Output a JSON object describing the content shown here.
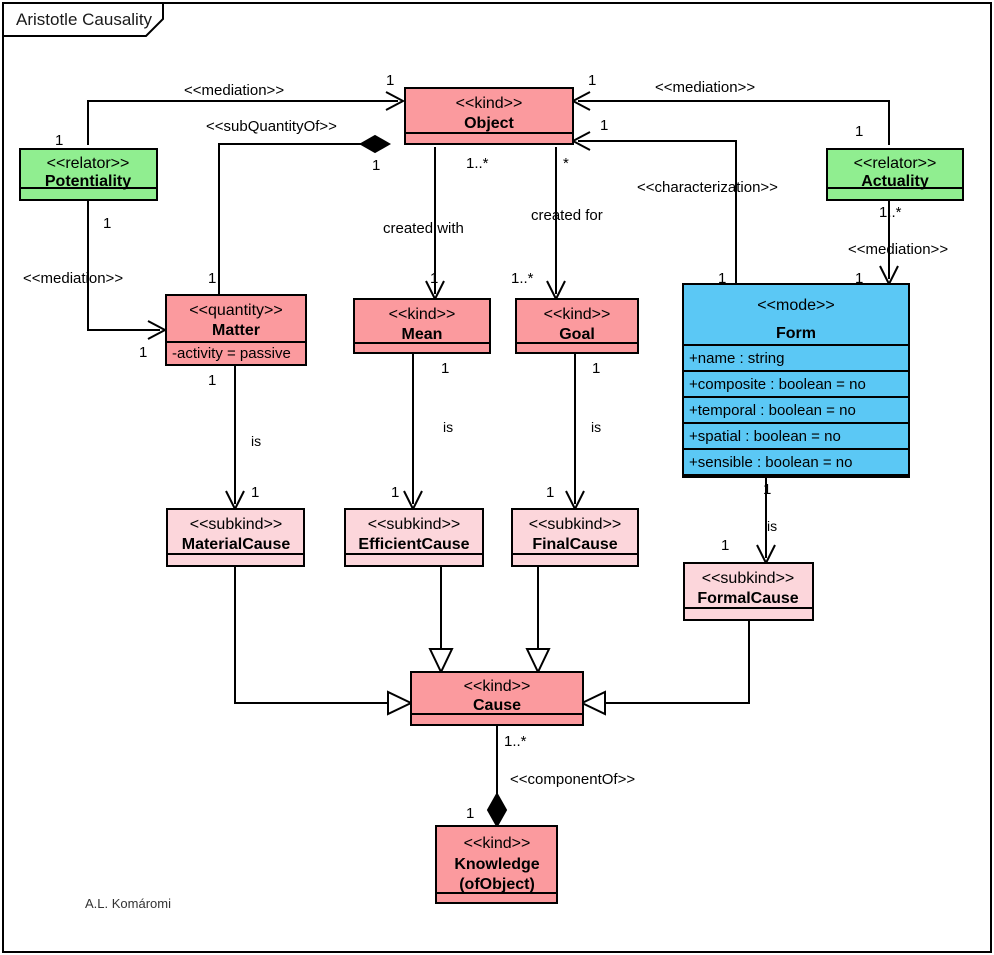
{
  "frame": {
    "title": "Aristotle Causality",
    "credit": "A.L. Komáromi"
  },
  "colors": {
    "kind": "#FB9A9E",
    "subkind": "#FCD6DB",
    "relator": "#90EE90",
    "mode": "#5BC8F5",
    "quantity": "#FB9A9E",
    "border": "#000000",
    "background": "#FFFFFF"
  },
  "classes": [
    {
      "id": "object",
      "stereotype": "<<kind>>",
      "name": "Object",
      "fill_key": "kind",
      "attributes": []
    },
    {
      "id": "potentiality",
      "stereotype": "<<relator>>",
      "name": "Potentiality",
      "fill_key": "relator",
      "attributes": []
    },
    {
      "id": "actuality",
      "stereotype": "<<relator>>",
      "name": "Actuality",
      "fill_key": "relator",
      "attributes": []
    },
    {
      "id": "matter",
      "stereotype": "<<quantity>>",
      "name": "Matter",
      "fill_key": "quantity",
      "attributes": [
        "-activity = passive"
      ]
    },
    {
      "id": "mean",
      "stereotype": "<<kind>>",
      "name": "Mean",
      "fill_key": "kind",
      "attributes": []
    },
    {
      "id": "goal",
      "stereotype": "<<kind>>",
      "name": "Goal",
      "fill_key": "kind",
      "attributes": []
    },
    {
      "id": "form",
      "stereotype": "<<mode>>",
      "name": "Form",
      "fill_key": "mode",
      "attributes": [
        "+name : string",
        "+composite : boolean = no",
        "+temporal : boolean = no",
        "+spatial : boolean = no",
        "+sensible : boolean = no"
      ]
    },
    {
      "id": "materialcause",
      "stereotype": "<<subkind>>",
      "name": "MaterialCause",
      "fill_key": "subkind",
      "attributes": []
    },
    {
      "id": "efficientcause",
      "stereotype": "<<subkind>>",
      "name": "EfficientCause",
      "fill_key": "subkind",
      "attributes": []
    },
    {
      "id": "finalcause",
      "stereotype": "<<subkind>>",
      "name": "FinalCause",
      "fill_key": "subkind",
      "attributes": []
    },
    {
      "id": "formalcause",
      "stereotype": "<<subkind>>",
      "name": "FormalCause",
      "fill_key": "subkind",
      "attributes": []
    },
    {
      "id": "cause",
      "stereotype": "<<kind>>",
      "name": "Cause",
      "fill_key": "kind",
      "attributes": []
    },
    {
      "id": "knowledge",
      "stereotype": "<<kind>>",
      "name": "Knowledge",
      "name_line2": "(ofObject)",
      "fill_key": "kind",
      "attributes": []
    }
  ],
  "relations": [
    {
      "id": "rel-pot-object",
      "label": "<<mediation>>",
      "source": "potentiality",
      "target": "object",
      "source_mult": "1",
      "target_mult": "1"
    },
    {
      "id": "rel-act-object",
      "label": "<<mediation>>",
      "source": "actuality",
      "target": "object",
      "source_mult": "1",
      "target_mult": "1"
    },
    {
      "id": "rel-matter-object",
      "label": "<<subQuantityOf>>",
      "source": "matter",
      "target": "object",
      "source_mult": "1",
      "target_mult": "1"
    },
    {
      "id": "rel-object-mean",
      "label": "created with",
      "source": "object",
      "target": "mean",
      "source_mult": "1..*",
      "target_mult": "1"
    },
    {
      "id": "rel-object-goal",
      "label": "created for",
      "source": "object",
      "target": "goal",
      "source_mult": "*",
      "target_mult": "1..*"
    },
    {
      "id": "rel-form-object",
      "label": "<<characterization>>",
      "source": "form",
      "target": "object",
      "source_mult": "1",
      "target_mult": "1"
    },
    {
      "id": "rel-pot-matter",
      "label": "<<mediation>>",
      "source": "potentiality",
      "target": "matter",
      "source_mult": "1",
      "target_mult": "1"
    },
    {
      "id": "rel-act-form",
      "label": "<<mediation>>",
      "source": "actuality",
      "target": "form",
      "source_mult": "1..*",
      "target_mult": "1"
    },
    {
      "id": "rel-matter-mc",
      "label": "is",
      "source": "matter",
      "target": "materialcause",
      "source_mult": "1",
      "target_mult": "1"
    },
    {
      "id": "rel-mean-ec",
      "label": "is",
      "source": "mean",
      "target": "efficientcause",
      "source_mult": "1",
      "target_mult": "1"
    },
    {
      "id": "rel-goal-fc",
      "label": "is",
      "source": "goal",
      "target": "finalcause",
      "source_mult": "1",
      "target_mult": "1"
    },
    {
      "id": "rel-form-foc",
      "label": "is",
      "source": "form",
      "target": "formalcause",
      "source_mult": "1",
      "target_mult": "1"
    },
    {
      "id": "rel-mc-cause",
      "label": "",
      "source": "materialcause",
      "target": "cause",
      "source_mult": "",
      "target_mult": ""
    },
    {
      "id": "rel-ec-cause",
      "label": "",
      "source": "efficientcause",
      "target": "cause",
      "source_mult": "",
      "target_mult": ""
    },
    {
      "id": "rel-fc-cause",
      "label": "",
      "source": "finalcause",
      "target": "cause",
      "source_mult": "",
      "target_mult": ""
    },
    {
      "id": "rel-foc-cause",
      "label": "",
      "source": "formalcause",
      "target": "cause",
      "source_mult": "",
      "target_mult": ""
    },
    {
      "id": "rel-cause-know",
      "label": "<<componentOf>>",
      "source": "cause",
      "target": "knowledge",
      "source_mult": "1..*",
      "target_mult": "1"
    }
  ],
  "labels": {
    "mediation": "<<mediation>>",
    "sub_quantity_of": "<<subQuantityOf>>",
    "characterization": "<<characterization>>",
    "component_of": "<<componentOf>>",
    "created_with": "created with",
    "created_for": "created for",
    "is": "is",
    "one": "1",
    "one_to_many": "1..*",
    "many": "*"
  }
}
